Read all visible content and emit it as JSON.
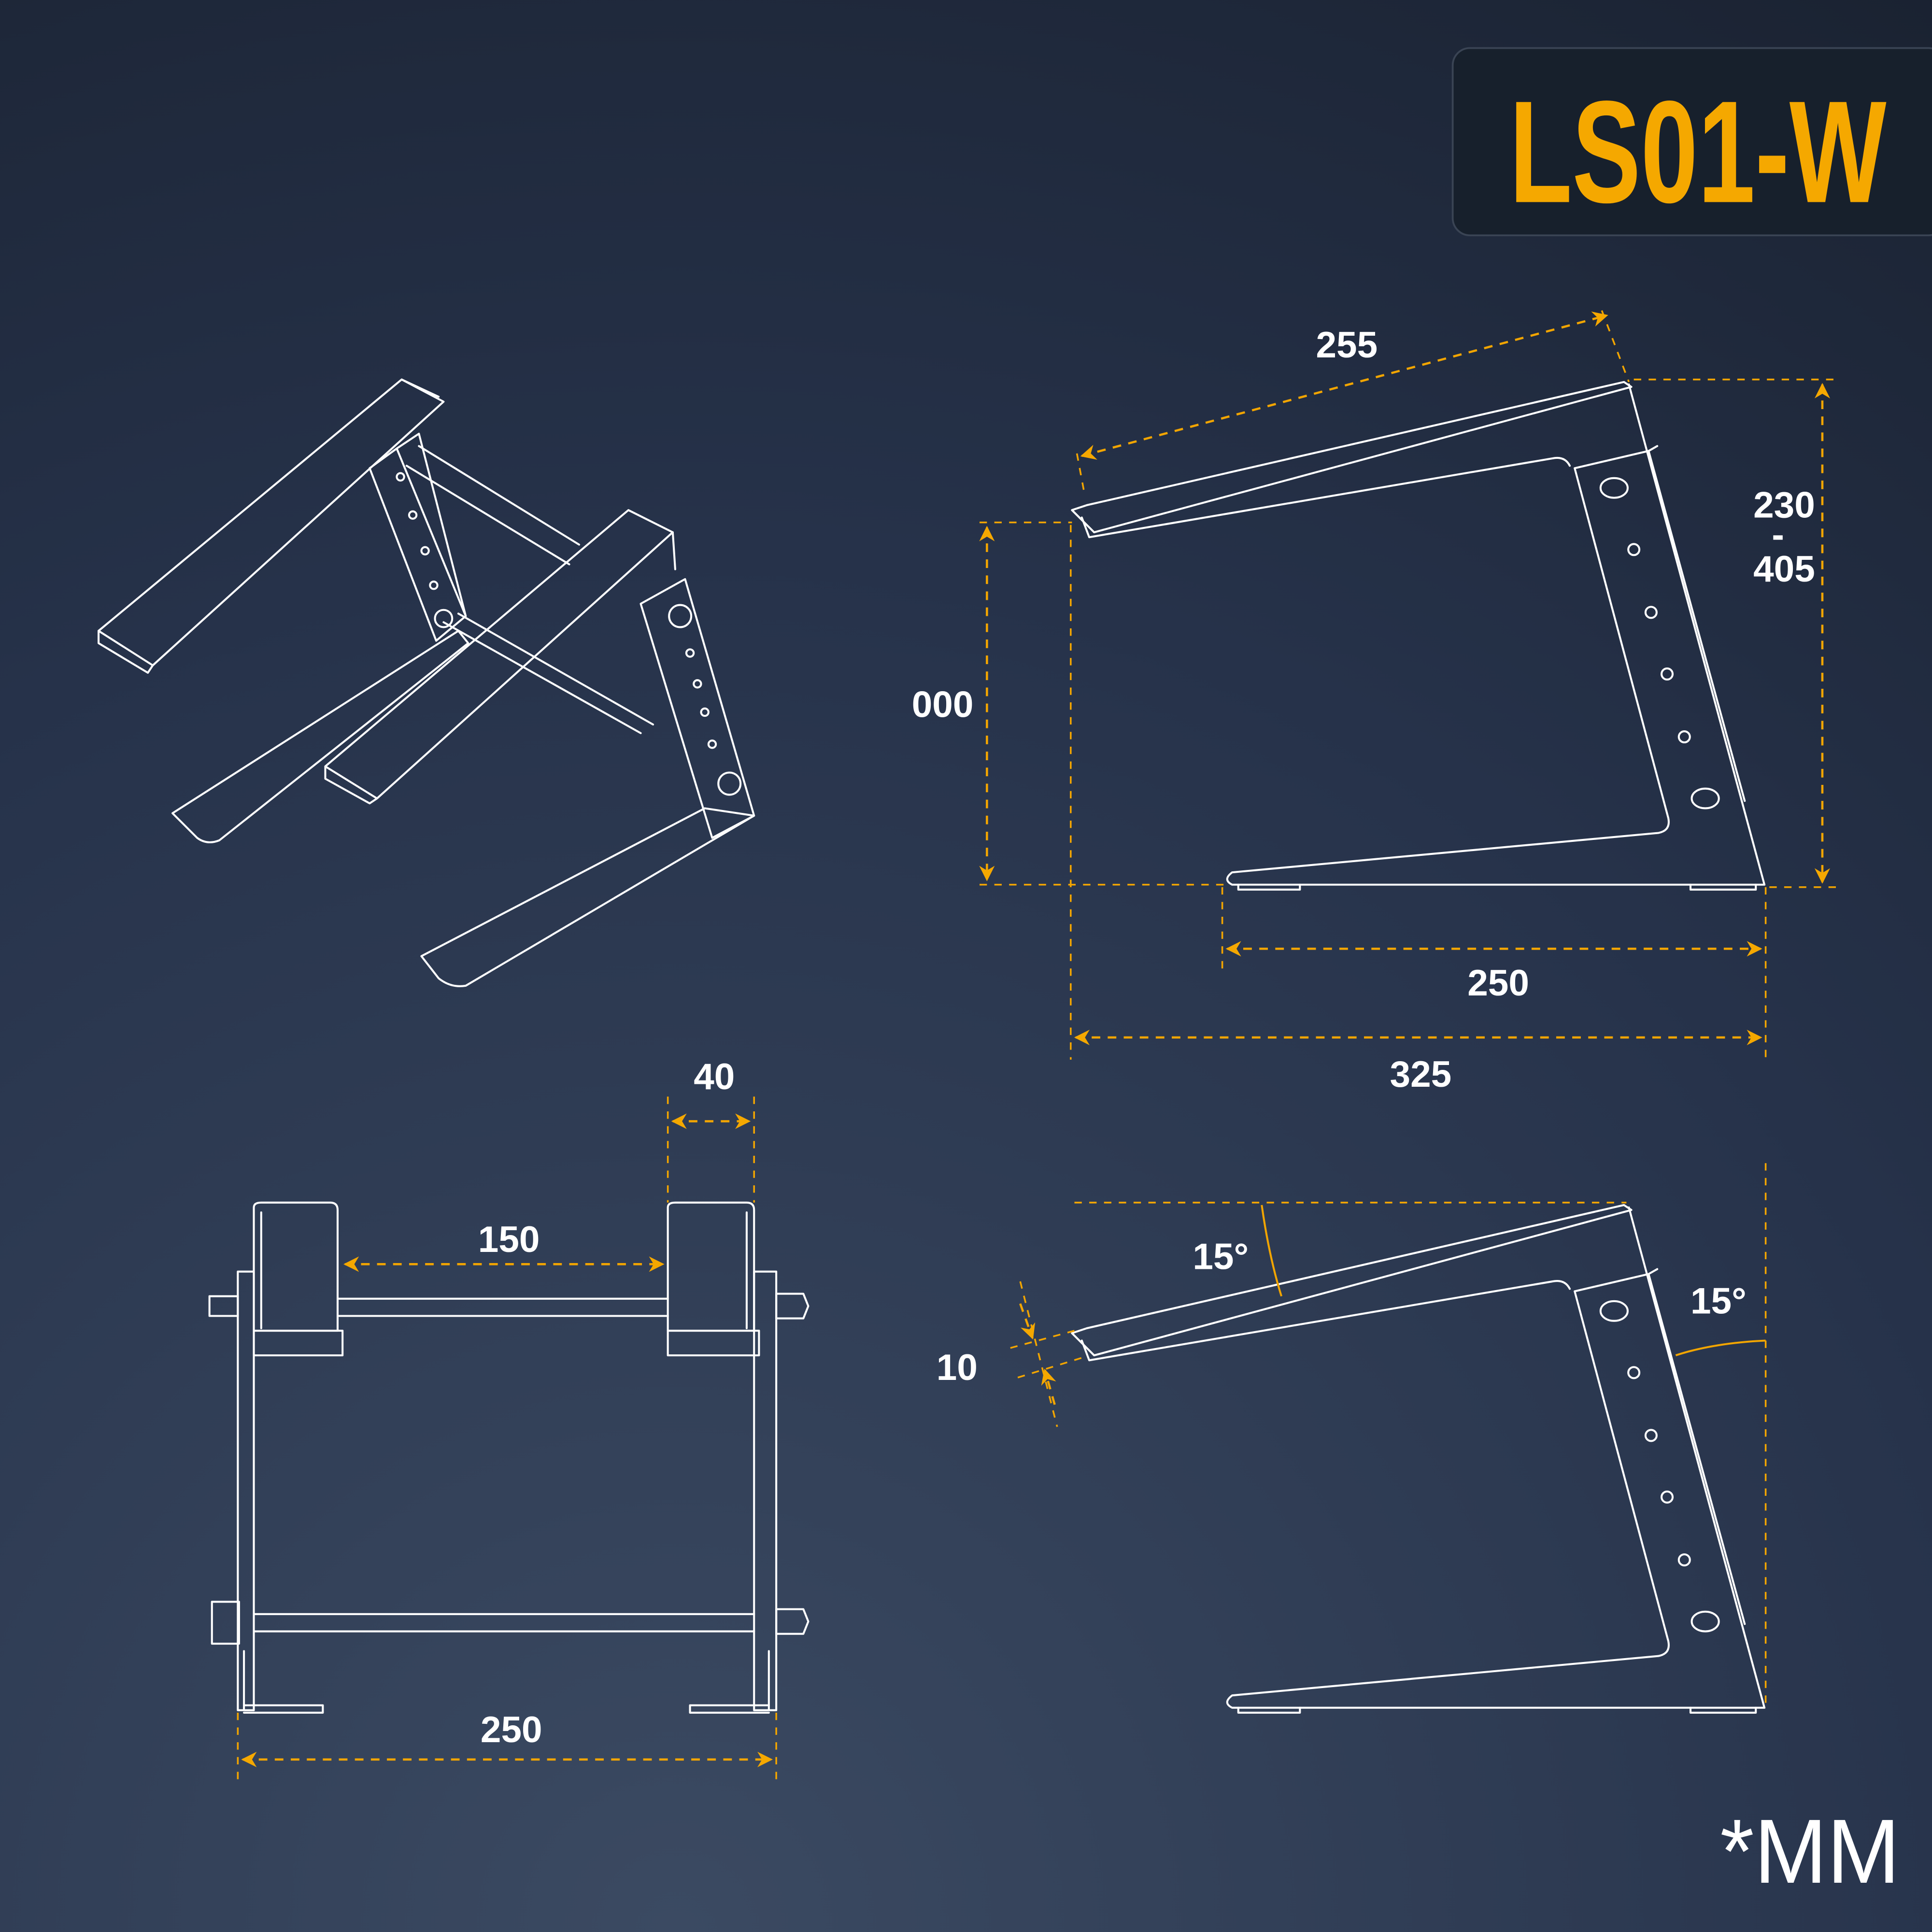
{
  "title": "LS01-W",
  "unit_note": "*MM",
  "colors": {
    "accent": "#f5a800",
    "background": "#1c2534",
    "line": "#ffffff"
  },
  "side_view": {
    "platform_length": "255",
    "height_min": "230",
    "height_sep": "-",
    "height_max": "405",
    "front_height": "000",
    "base_length": "250",
    "total_depth": "325"
  },
  "front_view": {
    "arm_width": "40",
    "arm_gap": "150",
    "total_width": "250"
  },
  "angle_view": {
    "lip_height": "10",
    "platform_angle": "15°",
    "rear_angle": "15°"
  }
}
